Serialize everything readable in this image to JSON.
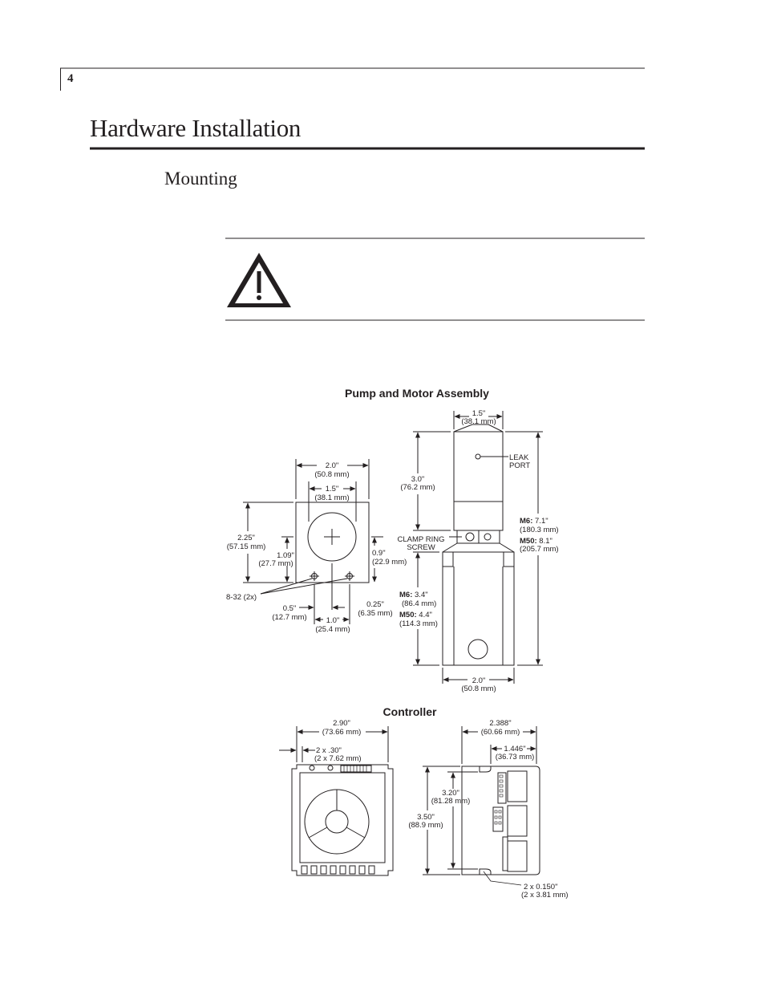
{
  "page": {
    "number": "4",
    "title": "Hardware Installation",
    "section": "Mounting"
  },
  "caution": {
    "icon": "warning-triangle-icon"
  },
  "figure": {
    "pump_title": "Pump and Motor Assembly",
    "controller_title": "Controller",
    "front": {
      "w_in": "2.0\"",
      "w_mm": "(50.8 mm)",
      "w2_in": "1.5\"",
      "w2_mm": "(38.1 mm)",
      "h_in": "2.25\"",
      "h_mm": "(57.15 mm)",
      "c_in": "1.09\"",
      "c_mm": "(27.7 mm)",
      "r_in": "0.9\"",
      "r_mm": "(22.9 mm)",
      "screw": "8-32 (2x)",
      "a_in": "0.5\"",
      "a_mm": "(12.7 mm)",
      "b_in": "0.25\"",
      "b_mm": "(6.35 mm)",
      "d_in": "1.0\"",
      "d_mm": "(25.4 mm)"
    },
    "side": {
      "top_in": "1.5\"",
      "top_mm": "(38.1 mm)",
      "upper_in": "3.0\"",
      "upper_mm": "(76.2 mm)",
      "leak1": "LEAK",
      "leak2": "PORT",
      "clamp1": "CLAMP RING",
      "clamp2": "SCREW",
      "m6": "M6:",
      "m6_total": "7.1\"",
      "m6_total_mm": "(180.3 mm)",
      "m50": "M50:",
      "m50_total": "8.1\"",
      "m50_total_mm": "(205.7 mm)",
      "m6_lower": "3.4\"",
      "m6_lower_mm": "(86.4 mm)",
      "m50_lower": "4.4\"",
      "m50_lower_mm": "(114.3 mm)",
      "bottom_in": "2.0\"",
      "bottom_mm": "(50.8 mm)"
    },
    "ctrl_front": {
      "w_in": "2.90\"",
      "w_mm": "(73.66 mm)",
      "p_in": "2 x .30\"",
      "p_mm": "(2 x 7.62 mm)"
    },
    "ctrl_side": {
      "w_in": "2.388\"",
      "w_mm": "(60.66 mm)",
      "w2_in": "1.446\"",
      "w2_mm": "(36.73 mm)",
      "h1_in": "3.20\"",
      "h1_mm": "(81.28 mm)",
      "h2_in": "3.50\"",
      "h2_mm": "(88.9 mm)",
      "slot_in": "2 x 0.150\"",
      "slot_mm": "(2 x 3.81 mm)"
    }
  }
}
